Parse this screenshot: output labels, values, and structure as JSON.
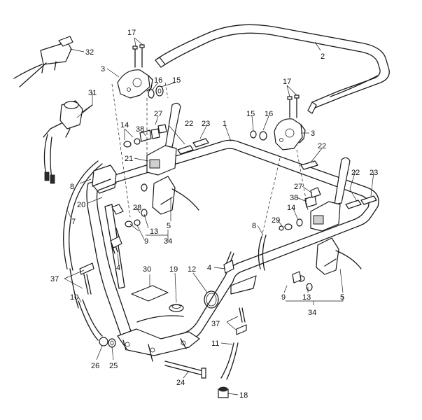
{
  "callouts": [
    {
      "id": "c17a",
      "text": "17"
    },
    {
      "id": "c32",
      "text": "32"
    },
    {
      "id": "c2",
      "text": "2"
    },
    {
      "id": "c3a",
      "text": "3"
    },
    {
      "id": "c16a",
      "text": "16"
    },
    {
      "id": "c15a",
      "text": "15"
    },
    {
      "id": "c31",
      "text": "31"
    },
    {
      "id": "c27a",
      "text": "27"
    },
    {
      "id": "c14a",
      "text": "14"
    },
    {
      "id": "c38a",
      "text": "38"
    },
    {
      "id": "c22a",
      "text": "22"
    },
    {
      "id": "c23a",
      "text": "23"
    },
    {
      "id": "c1",
      "text": "1"
    },
    {
      "id": "c17b",
      "text": "17"
    },
    {
      "id": "c15b",
      "text": "15"
    },
    {
      "id": "c16b",
      "text": "16"
    },
    {
      "id": "c3b",
      "text": "3"
    },
    {
      "id": "c22b",
      "text": "22"
    },
    {
      "id": "c21",
      "text": "21"
    },
    {
      "id": "c8a",
      "text": "8"
    },
    {
      "id": "c20",
      "text": "20"
    },
    {
      "id": "c7",
      "text": "7"
    },
    {
      "id": "c28",
      "text": "28"
    },
    {
      "id": "c13a",
      "text": "13"
    },
    {
      "id": "c9a",
      "text": "9"
    },
    {
      "id": "c5a",
      "text": "5"
    },
    {
      "id": "c34a",
      "text": "34"
    },
    {
      "id": "c22c",
      "text": "22"
    },
    {
      "id": "c23b",
      "text": "23"
    },
    {
      "id": "c27b",
      "text": "27"
    },
    {
      "id": "c38b",
      "text": "38"
    },
    {
      "id": "c14b",
      "text": "14"
    },
    {
      "id": "c29",
      "text": "29"
    },
    {
      "id": "c8b",
      "text": "8"
    },
    {
      "id": "c4a",
      "text": "4"
    },
    {
      "id": "c37a",
      "text": "37"
    },
    {
      "id": "c30",
      "text": "30"
    },
    {
      "id": "c19",
      "text": "19"
    },
    {
      "id": "c12",
      "text": "12"
    },
    {
      "id": "c4b",
      "text": "4"
    },
    {
      "id": "c10",
      "text": "10"
    },
    {
      "id": "c9b",
      "text": "9"
    },
    {
      "id": "c13b",
      "text": "13"
    },
    {
      "id": "c5b",
      "text": "5"
    },
    {
      "id": "c34b",
      "text": "34"
    },
    {
      "id": "c37b",
      "text": "37"
    },
    {
      "id": "c11",
      "text": "11"
    },
    {
      "id": "c26",
      "text": "26"
    },
    {
      "id": "c25",
      "text": "25"
    },
    {
      "id": "c24",
      "text": "24"
    },
    {
      "id": "c18",
      "text": "18"
    }
  ]
}
